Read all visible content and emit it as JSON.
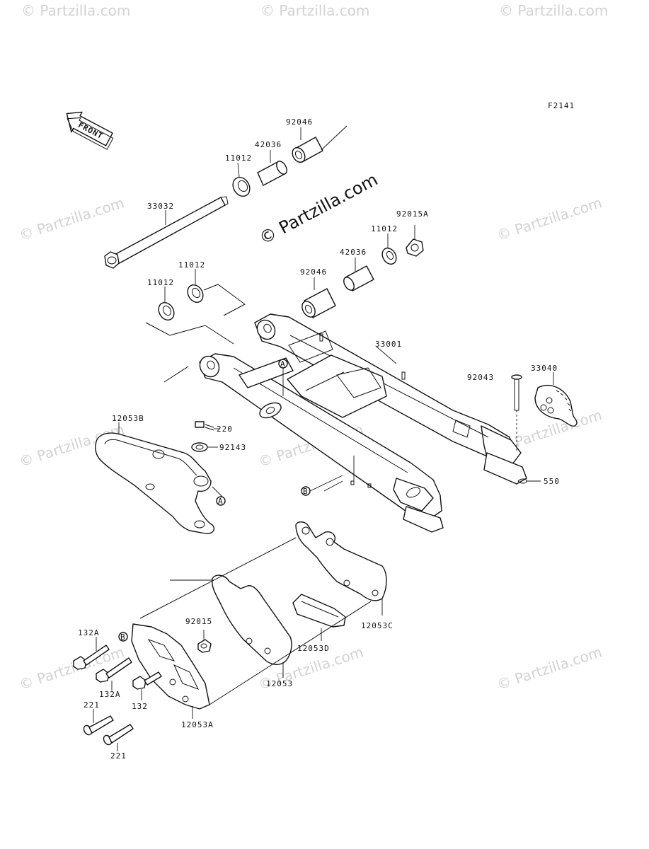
{
  "figure_code": "F2141",
  "front_arrow_text": "FRONT",
  "watermark_main": "© Partzilla.com",
  "watermark_faint": "© Partzilla.com",
  "callout_a": "A",
  "callout_b": "B",
  "labels": {
    "p92046_top": "92046",
    "p42036_top": "42036",
    "p11012_top": "11012",
    "p33032": "33032",
    "p92015a": "92015A",
    "p11012_r": "11012",
    "p42036_r": "42036",
    "p92046_r": "92046",
    "p11012_l2": "11012",
    "p11012_l1": "11012",
    "p33001": "33001",
    "p92043": "92043",
    "p33040": "33040",
    "p12053b": "12053B",
    "p220": "220",
    "p92143": "92143",
    "p550": "550",
    "p132a_1": "132A",
    "p92015": "92015",
    "p12053c": "12053C",
    "p12053d": "12053D",
    "p12053": "12053",
    "p132a_2": "132A",
    "p132": "132",
    "p221_1": "221",
    "p12053a": "12053A",
    "p221_2": "221"
  },
  "colors": {
    "line": "#111111",
    "watermark": "#d2d2d2",
    "background": "#ffffff"
  }
}
